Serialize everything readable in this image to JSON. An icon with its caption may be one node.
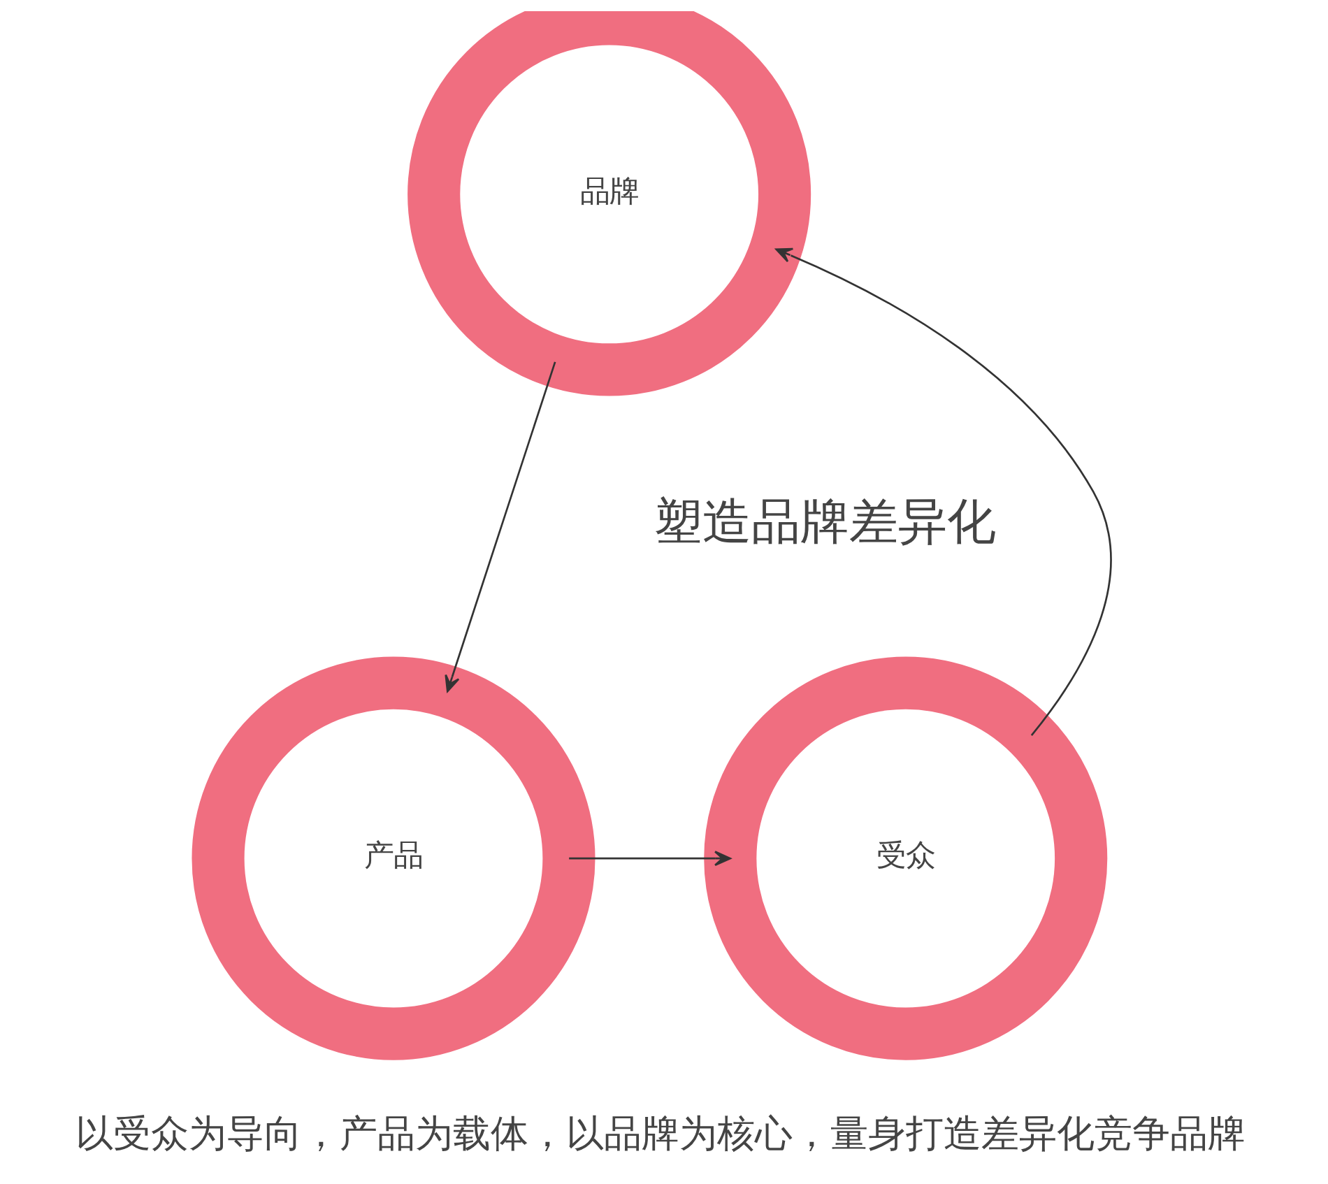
{
  "diagram": {
    "caption": "以受众为导向，产品为载体，以品牌为核心，量身打造差异化竞争品牌",
    "nodes": [
      {
        "text": [
          "品牌"
        ]
      },
      {
        "text": [
          "产品"
        ]
      },
      {
        "text": [
          "受众"
        ]
      }
    ],
    "edges": [
      {
        "from": 0,
        "to": 1,
        "arrow": "to"
      },
      {
        "from": 1,
        "to": 2,
        "arrow": "to"
      },
      {
        "from": 2,
        "to": 0,
        "arrow": "to"
      }
    ],
    "labels": [
      "塑造品牌差异化"
    ]
  }
}
